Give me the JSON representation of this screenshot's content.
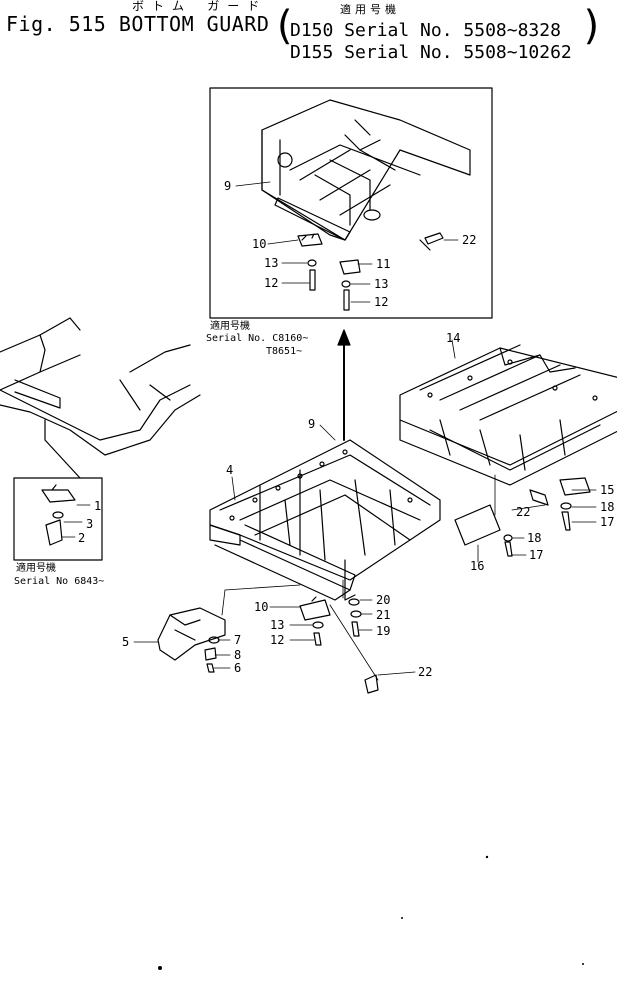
{
  "title": {
    "fig": "Fig. 515",
    "name": "BOTTOM GUARD",
    "kana": "ボトム ガード",
    "applicable": "適用号機",
    "serial_d150": "D150 Serial No. 5508~8328",
    "serial_d155": "D155 Serial No. 5508~10262"
  },
  "inset_top": {
    "applicable": "適用号機",
    "serial": "Serial No. C8160~",
    "serial2": "T8651~"
  },
  "inset_left": {
    "applicable": "適用号機",
    "serial": "Serial No 6843~"
  },
  "callouts": {
    "c9a": "9",
    "c10a": "10",
    "c13a": "13",
    "c12a": "12",
    "c11": "11",
    "c13b": "13",
    "c12b": "12",
    "c22a": "22",
    "c14": "14",
    "c9b": "9",
    "c4": "4",
    "c15": "15",
    "c22b": "22",
    "c18a": "18",
    "c17a": "17",
    "c18b": "18",
    "c17b": "17",
    "c16": "16",
    "c1": "1",
    "c3": "3",
    "c2": "2",
    "c5": "5",
    "c7": "7",
    "c8": "8",
    "c6": "6",
    "c10b": "10",
    "c13c": "13",
    "c12c": "12",
    "c20": "20",
    "c21": "21",
    "c19": "19",
    "c22c": "22"
  }
}
